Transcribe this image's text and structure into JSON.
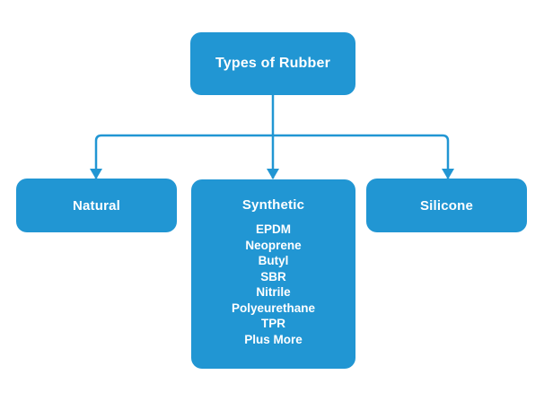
{
  "diagram": {
    "title": "Types of Rubber",
    "background_color": "#ffffff",
    "node_color": "#2196d3",
    "line_color": "#2196d3",
    "text_color": "#ffffff",
    "root": {
      "label": "Types of Rubber"
    },
    "branches": [
      {
        "id": "natural",
        "label": "Natural",
        "items": []
      },
      {
        "id": "synthetic",
        "label": "Synthetic",
        "items": [
          "EPDM",
          "Neoprene",
          "Butyl",
          "SBR",
          "Nitrile",
          "Polyeurethane",
          "TPR",
          "Plus More"
        ]
      },
      {
        "id": "silicone",
        "label": "Silicone",
        "items": []
      }
    ],
    "connectors": [
      {
        "name": "root-to-bus",
        "type": "vertical-line"
      },
      {
        "name": "bus-to-natural",
        "type": "elbow-arrow"
      },
      {
        "name": "bus-to-synthetic",
        "type": "vertical-arrow"
      },
      {
        "name": "bus-to-silicone",
        "type": "elbow-arrow"
      }
    ]
  }
}
